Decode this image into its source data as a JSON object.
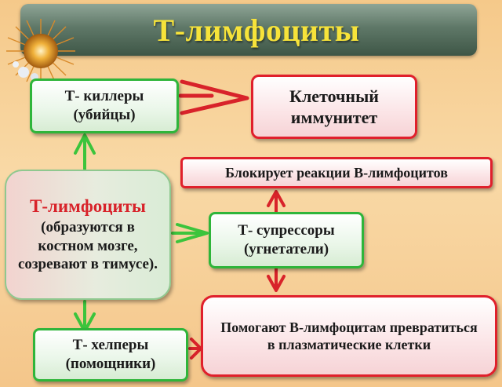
{
  "title": "Т-лимфоциты",
  "boxes": {
    "killers": "Т- киллеры (убийцы)",
    "cellular_immunity": "Клеточный иммунитет",
    "main_head": "Т-лимфоциты",
    "main_body": "(образуются в костном мозге, созревают в тимусе).",
    "blocks": "Блокирует реакции В-лимфоцитов",
    "suppressors": "Т- супрессоры (угнетатели)",
    "helpers_effect": "Помогают В-лимфоцитам превратиться в плазматические клетки",
    "helpers": "Т- хелперы (помощники)"
  },
  "colors": {
    "green_border": "#2fb53a",
    "red_border": "#e0202c",
    "title_text": "#f7e33a",
    "banner": "#5f7868",
    "arrow_green": "#3cc43c",
    "arrow_red": "#d8232a",
    "background": "#f6ce92"
  }
}
